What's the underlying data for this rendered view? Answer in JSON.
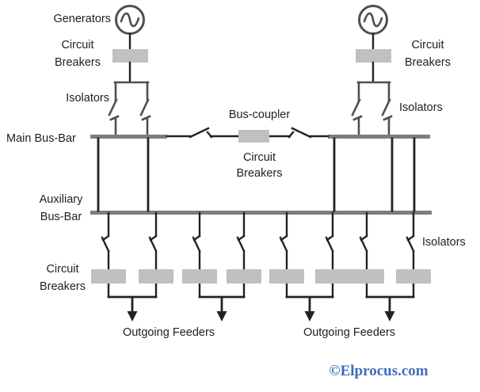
{
  "diagram_type": "main-and-auxiliary-bus-bar-single-line-diagram",
  "labels": {
    "generators": "Generators",
    "circuit_breakers_line1": "Circuit",
    "circuit_breakers_line2": "Breakers",
    "isolators": "Isolators",
    "main_bus_bar": "Main Bus-Bar",
    "auxiliary_bus_bar_line1": "Auxiliary",
    "auxiliary_bus_bar_line2": "Bus-Bar",
    "bus_coupler": "Bus-coupler",
    "outgoing_feeders": "Outgoing Feeders",
    "watermark": "©Elprocus.com"
  },
  "icons": [
    {
      "name": "generator-icon",
      "glyph": "circle-with-sine-wave"
    },
    {
      "name": "circuit-breaker-icon",
      "glyph": "gray-rectangle"
    },
    {
      "name": "isolator-icon",
      "glyph": "knife-switch"
    },
    {
      "name": "feeder-arrow-icon",
      "glyph": "solid-down-arrow"
    }
  ],
  "colors": {
    "line": "#222222",
    "structure": "#4f4f4f",
    "bus_bar": "#7d7d7d",
    "breaker_fill": "#c0c0c0",
    "text": "#1f1f1f",
    "watermark": "#3e6cb8",
    "background": "#ffffff"
  }
}
